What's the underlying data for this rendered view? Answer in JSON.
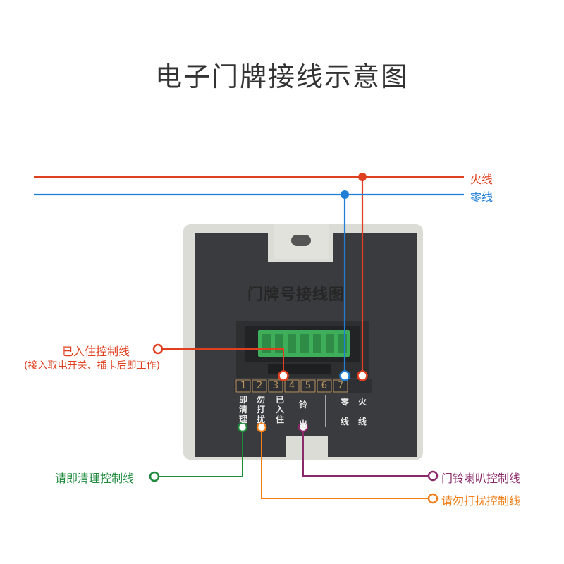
{
  "title": "电子门牌接线示意图",
  "panel_title": "门牌号接线图",
  "colors": {
    "live": "#e0401f",
    "neutral": "#1f7fd6",
    "green": "#1f8a3c",
    "orange": "#f07f1a",
    "purple": "#8a2a6a"
  },
  "lines": {
    "live_label": "火线",
    "neutral_label": "零线"
  },
  "terminals": [
    "1",
    "2",
    "3",
    "4",
    "5",
    "6",
    "7"
  ],
  "terminal_labels": {
    "t1": "即清理",
    "t2": "勿打扰",
    "t3": "已入住",
    "t4": "铃出",
    "t6": "零线",
    "t7": "火线"
  },
  "callouts": {
    "occupied": "已入住控制线",
    "occupied_note": "(接入取电开关、插卡后即工作)",
    "clean": "请即清理控制线",
    "doorbell": "门铃喇叭控制线",
    "dnd": "请勿打扰控制线"
  }
}
